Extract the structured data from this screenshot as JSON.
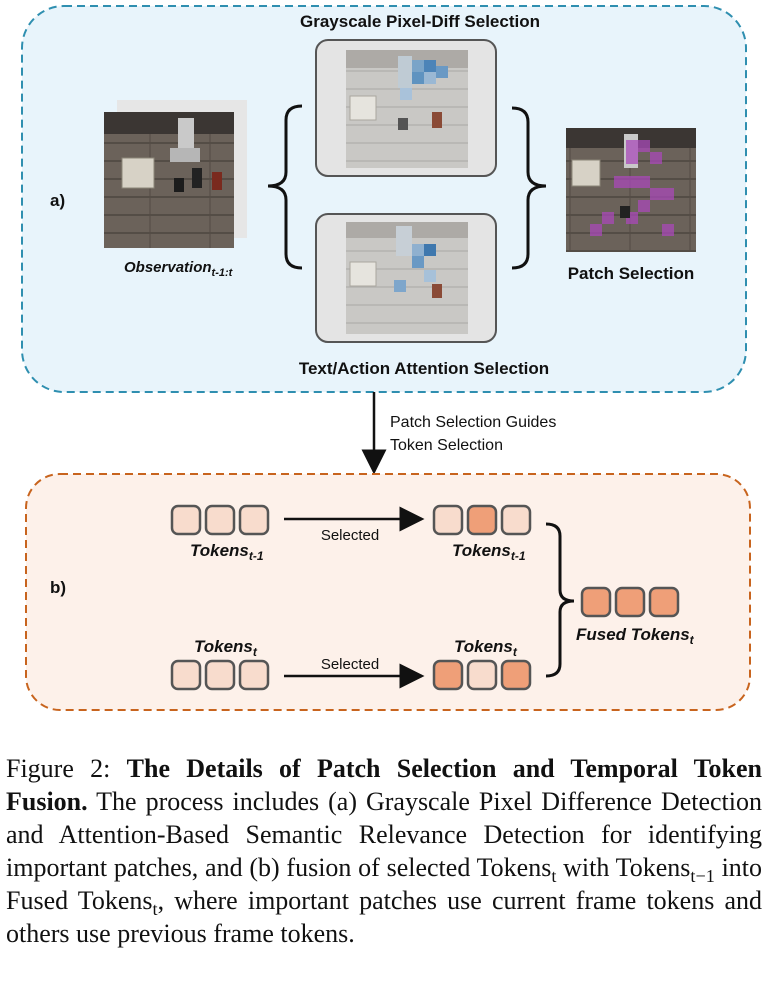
{
  "panel_a": {
    "tag": "a)",
    "top_title": "Grayscale Pixel-Diff Selection",
    "bottom_title": "Text/Action Attention Selection",
    "observation_label": "Observation",
    "observation_sub": "t-1:t",
    "patch_selection_label": "Patch Selection"
  },
  "connector": {
    "line1": "Patch Selection Guides",
    "line2": "Token Selection"
  },
  "panel_b": {
    "tag": "b)",
    "tokens_label": "Tokens",
    "prev_sub": "t-1",
    "curr_sub": "t",
    "selected_label": "Selected",
    "fused_label": "Fused Tokens",
    "fused_sub": "t"
  },
  "colors": {
    "panel_a_fill": "#e8f4fb",
    "panel_a_border": "#2f8fb0",
    "panel_b_fill": "#fdf1ea",
    "panel_b_border": "#c8641e",
    "token_light": "#f8dccd",
    "token_dark": "#ef9f78",
    "token_border": "#555555"
  },
  "token_rows": {
    "prev_left": [
      "light",
      "light",
      "light"
    ],
    "prev_right": [
      "light",
      "dark",
      "light"
    ],
    "curr_left": [
      "light",
      "light",
      "light"
    ],
    "curr_right": [
      "dark",
      "light",
      "dark"
    ],
    "fused": [
      "dark",
      "dark",
      "dark"
    ]
  },
  "caption": {
    "figure_label": "Figure 2:",
    "bold_title": "The Details of Patch Selection and Temporal Token Fusion.",
    "text_part1": "The process includes (a) Grayscale Pixel Difference Detection and Attention-Based Semantic Relevance Detection for identifying important patches, and (b) fusion of selected Tokens",
    "sub_t": "t",
    "text_part2": "with Tokens",
    "sub_t1": "t−1",
    "text_part3": "into Fused Tokens",
    "text_part4": ", where important patches use current frame tokens and others use previous frame tokens."
  }
}
